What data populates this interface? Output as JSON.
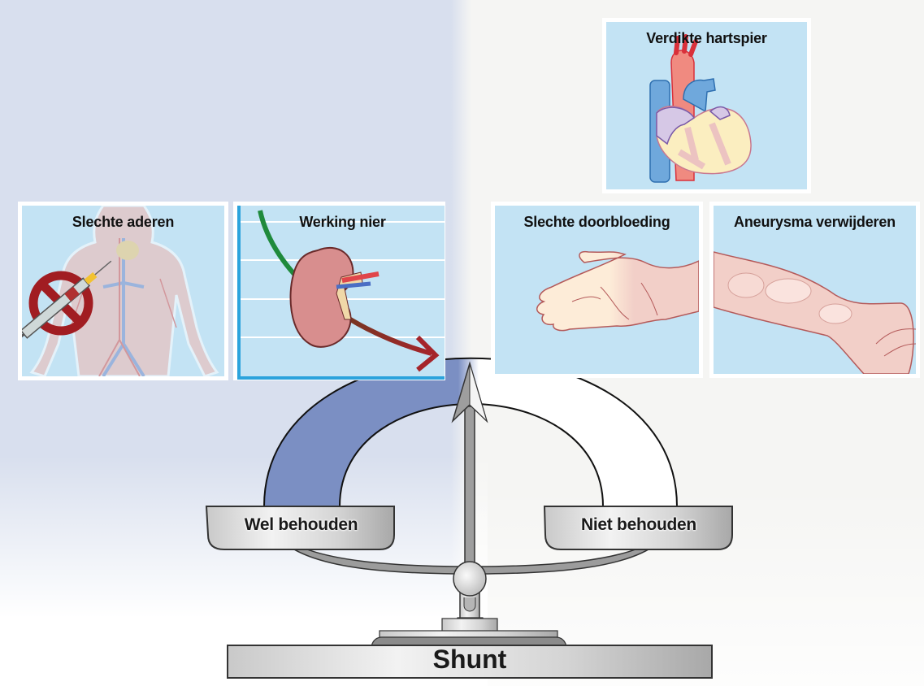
{
  "figure": {
    "language": "nl",
    "colors": {
      "left_background": "#d8dfee",
      "right_background": "#f5f5f3",
      "card_fill": "#c3e3f4",
      "arc_blue": "#7b8fc3",
      "scale_gray": "#a0a0a0",
      "decline_start": "#1f8a3c",
      "decline_end": "#a5242a",
      "prohibition_red": "#a11d22"
    }
  },
  "cards": {
    "veins": {
      "title": "Slechte aderen",
      "icon": "body-with-no-needle-icon"
    },
    "kidney": {
      "title": "Werking nier",
      "icon": "kidney-decline-icon"
    },
    "heart": {
      "title": "Verdikte hartspier",
      "icon": "heart-icon"
    },
    "circulation": {
      "title": "Slechte doorbloeding",
      "icon": "hand-icon"
    },
    "aneurysm": {
      "title": "Aneurysma verwijderen",
      "icon": "arm-aneurysm-icon"
    }
  },
  "scale": {
    "left_pan": "Wel behouden",
    "right_pan": "Niet behouden",
    "base": "Shunt",
    "tilt_toward": "left"
  }
}
